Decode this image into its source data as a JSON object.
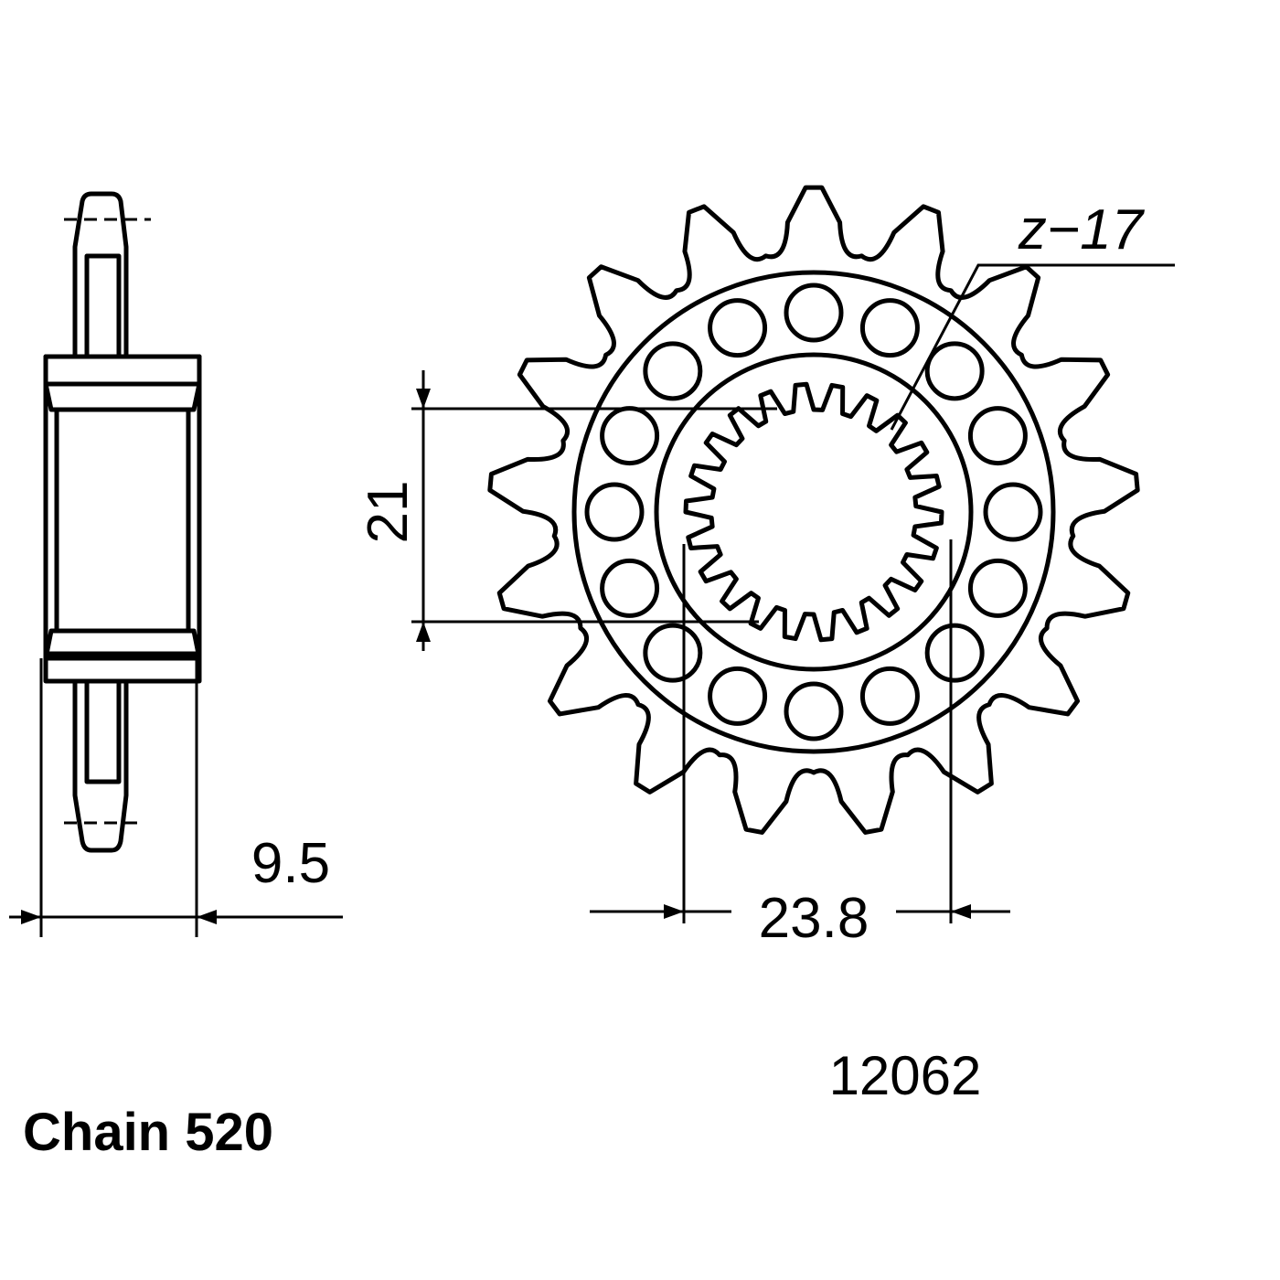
{
  "diagram": {
    "teeth_label": "z−17",
    "dim_height": "21",
    "dim_width": "23.8",
    "dim_thickness": "9.5",
    "part_number": "12062",
    "chain_label": "Chain 520",
    "tooth_count": 17
  }
}
